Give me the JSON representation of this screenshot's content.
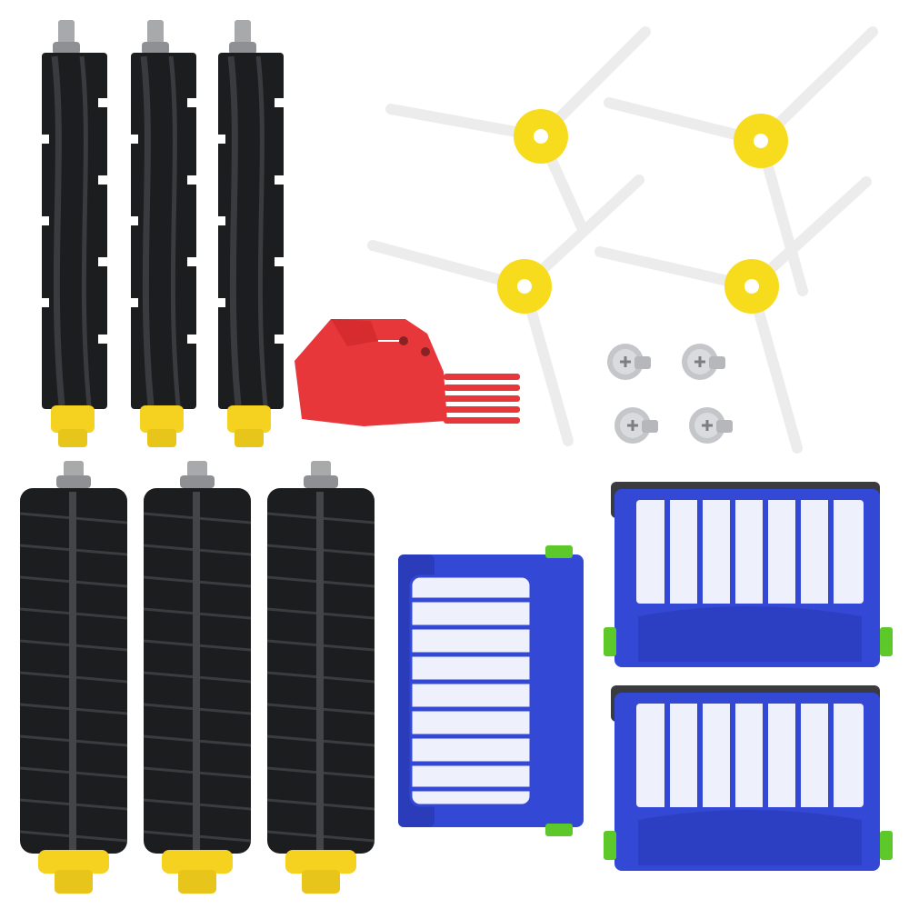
{
  "product_photo": {
    "background": "#ffffff",
    "colors": {
      "brush_black": "#1c1d1f",
      "brush_dark": "#2e2f33",
      "end_cap_yellow": "#f5d21f",
      "end_cap_gray": "#a8a9ab",
      "side_brush_white": "#f2f2f2",
      "side_brush_hub": "#f7dc1e",
      "tool_red": "#e8373a",
      "filter_blue": "#3448d6",
      "filter_mesh_white": "#eef1fb",
      "filter_clip_green": "#5cc82a",
      "screw_silver": "#c4c6c9"
    },
    "contents": {
      "flexible_beater_brushes": 3,
      "bristle_brushes": 3,
      "side_brushes": 4,
      "screws": 4,
      "cleaning_tools": 1,
      "filters": 3
    }
  }
}
